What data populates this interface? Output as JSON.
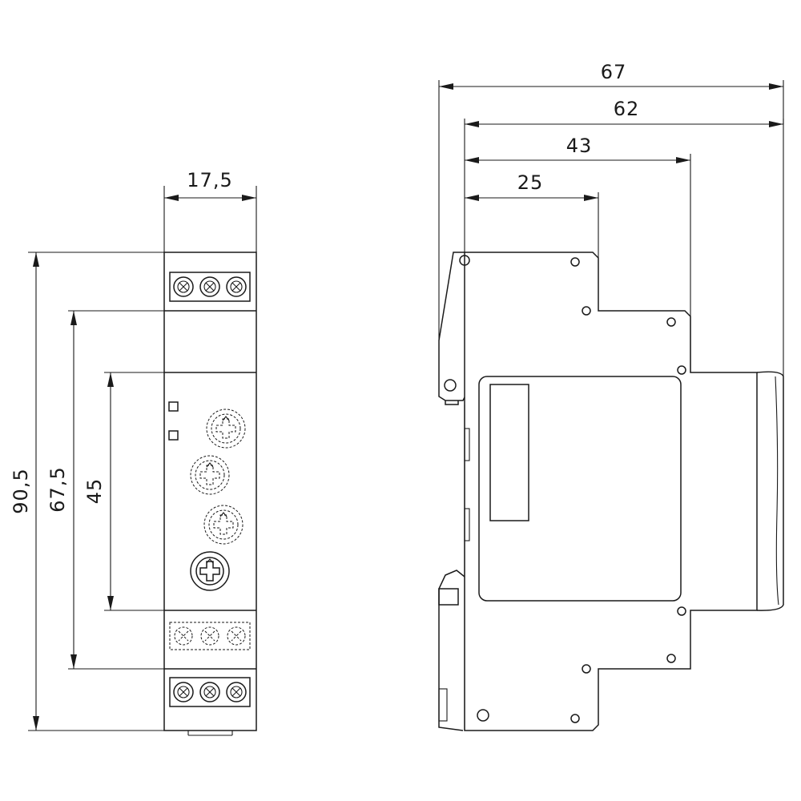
{
  "front_view": {
    "width_dim": "17,5",
    "height_total_dim": "90,5",
    "height_mid_dim": "67,5",
    "height_front_dim": "45"
  },
  "side_view": {
    "depth_total_dim": "67",
    "depth_62_dim": "62",
    "depth_43_dim": "43",
    "depth_25_dim": "25"
  },
  "colors": {
    "line": "#1a1a1a",
    "background": "#ffffff"
  }
}
